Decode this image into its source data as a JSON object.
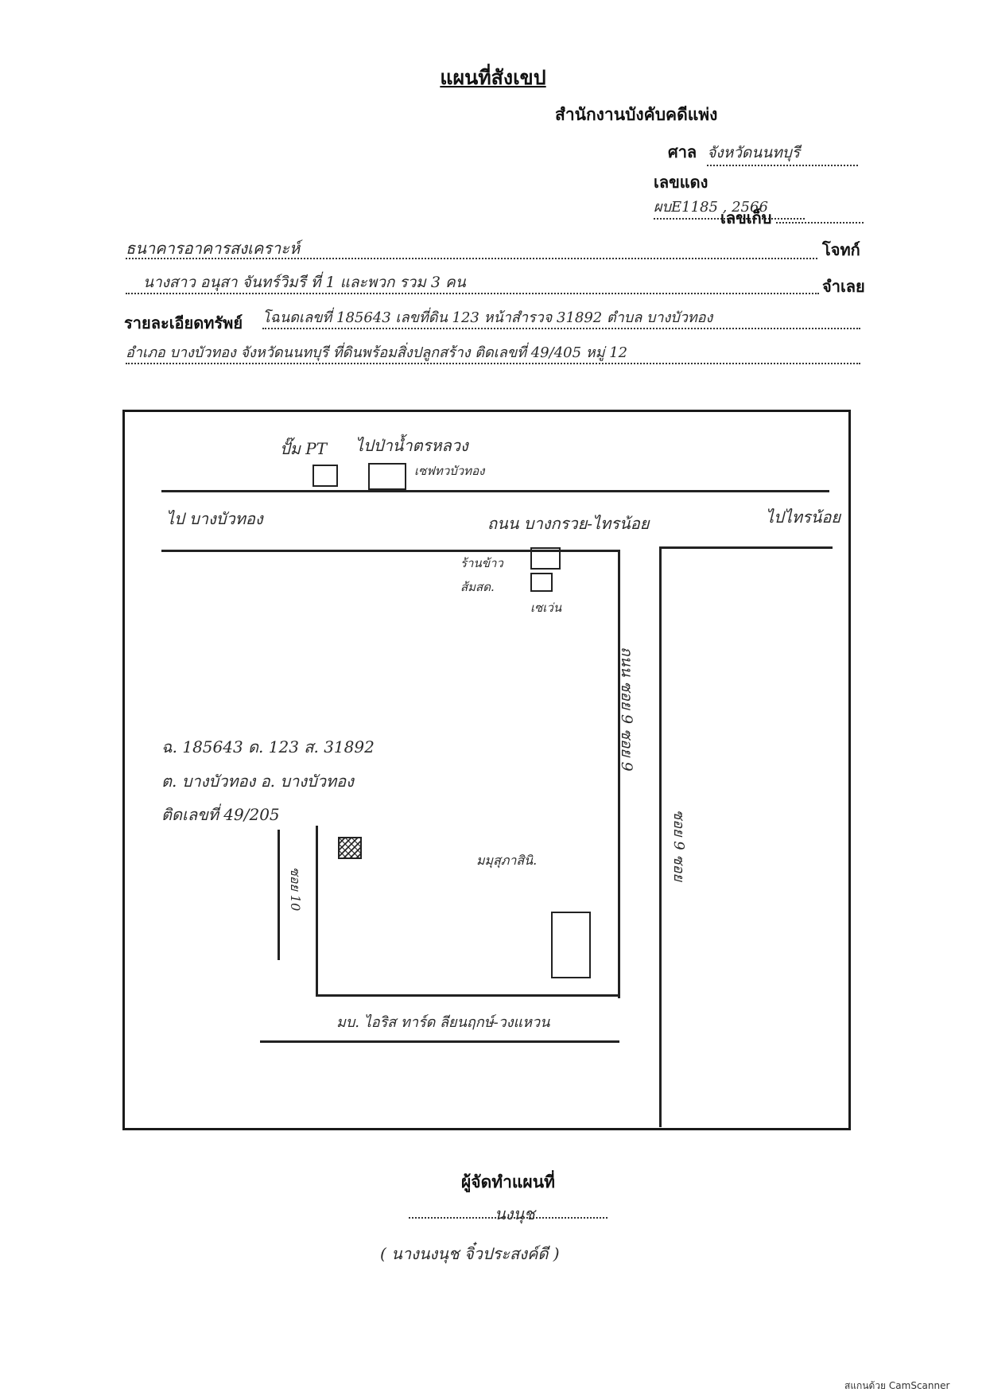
{
  "header": {
    "title": "แผนที่สังเขป",
    "office": "สำนักงานบังคับคดีแพ่ง",
    "court_label": "ศาล",
    "court_value": "จังหวัดนนทบุรี",
    "red_case_label": "เลขแดง",
    "red_case_value": "ผบE1185 , 2566",
    "archive_label": "เลขเก็บ"
  },
  "parties": {
    "plaintiff_value": "ธนาคารอาคารสงเคราะห์",
    "plaintiff_label": "โจทก์",
    "defendant_value": "นางสาว อนุสา จันทร์วิมรี ที่ 1 และพวก รวม 3 คน",
    "defendant_label": "จำเลย"
  },
  "property": {
    "label": "รายละเอียดทรัพย์",
    "line1": "โฉนดเลขที่ 185643 เลขที่ดิน 123 หน้าสำรวจ 31892 ตำบล บางบัวทอง",
    "line2": "อำเภอ บางบัวทอง จังหวัดนนทบุรี ที่ดินพร้อมสิ่งปลูกสร้าง ติดเลขที่ 49/405 หมู่ 12"
  },
  "map": {
    "pump_label": "ปั๊ม PT",
    "market_label": "ไปป่าน้ำตรหลวง",
    "shop_label": "เซฟทวบัวทอง",
    "to_left_label": "ไป บางบัวทอง",
    "main_road_label": "ถนน บางกรวย-ไทรน้อย",
    "to_right_label": "ไปไทรน้อย",
    "shop1_label": "ร้านข้าว",
    "shop2_label": "ส้มสด.",
    "seven_label": "เซเว่น",
    "soi_road_label": "ถนน ซอย 9 ซอย 9",
    "right_soi_label": "ซอย 9 ซอย",
    "deed_line1": "ฉ. 185643 ด. 123 ส. 31892",
    "deed_line2": "ต. บางบัวทอง อ. บางบัวทอง",
    "deed_line3": "ติดเลขที่ 49/205",
    "left_soi_label": "ซอย 10",
    "school_label": "มมุสุภาสินิ.",
    "village_road_label": "มบ. ไอริส ทาร์ด ลียนฤกษ์-วงแหวน"
  },
  "signature": {
    "role_label": "ผู้จัดทำแผนที่",
    "signature_mark": "นงนุช",
    "name": "( นางนงนุช จิ๋วประสงค์ดี )"
  },
  "footer": {
    "scanner_text": "สแกนด้วย CamScanner"
  }
}
